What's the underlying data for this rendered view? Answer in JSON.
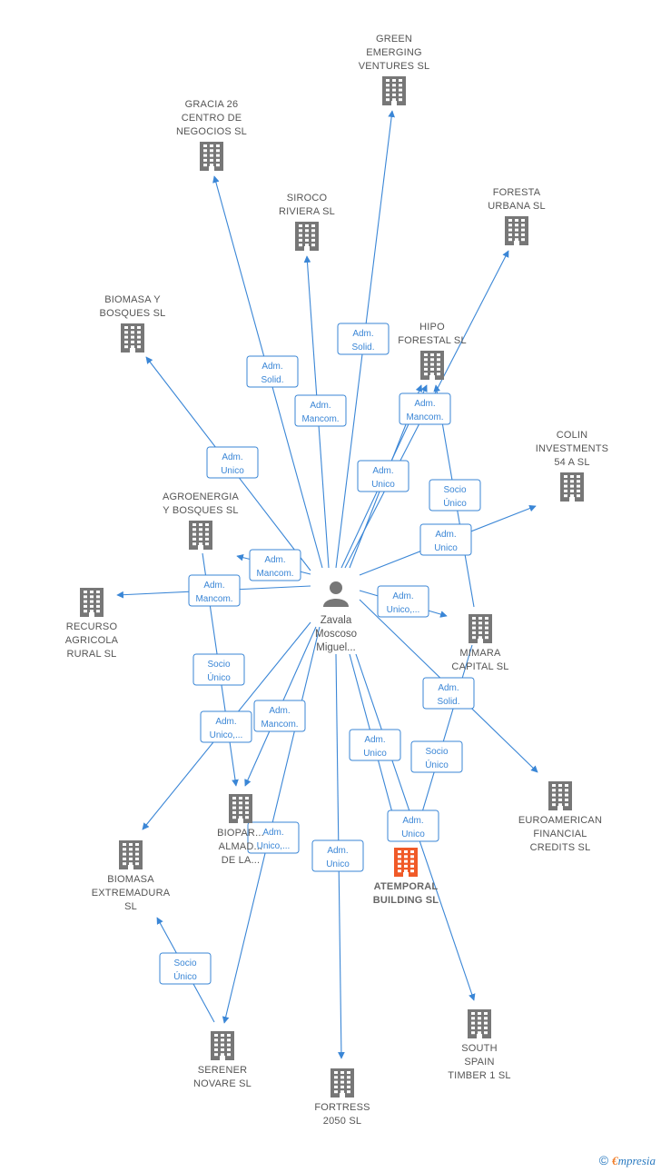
{
  "colors": {
    "edge": "#3a86d6",
    "company": "#777777",
    "focus_company": "#f05a28",
    "person": "#777777"
  },
  "person": {
    "name_lines": [
      "Zavala",
      "Moscoso",
      "Miguel..."
    ],
    "icon": "person-icon"
  },
  "companies": [
    {
      "id": "green",
      "lines": [
        "GREEN",
        "EMERGING",
        "VENTURES SL"
      ]
    },
    {
      "id": "gracia",
      "lines": [
        "GRACIA 26",
        "CENTRO DE",
        "NEGOCIOS  SL"
      ]
    },
    {
      "id": "siroco",
      "lines": [
        "SIROCO",
        "RIVIERA  SL"
      ]
    },
    {
      "id": "foresta",
      "lines": [
        "FORESTA",
        "URBANA  SL"
      ]
    },
    {
      "id": "biomasa_bosques",
      "lines": [
        "BIOMASA Y",
        "BOSQUES SL"
      ]
    },
    {
      "id": "hipo",
      "lines": [
        "HIPO",
        "FORESTAL  SL"
      ]
    },
    {
      "id": "colin",
      "lines": [
        "COLIN",
        "INVESTMENTS",
        "54 A  SL"
      ]
    },
    {
      "id": "agroenergia",
      "lines": [
        "AGROENERGIA",
        "Y BOSQUES SL"
      ]
    },
    {
      "id": "recurso",
      "lines": [
        "RECURSO",
        "AGRICOLA",
        "RURAL SL"
      ]
    },
    {
      "id": "mimara",
      "lines": [
        "MIMARA",
        "CAPITAL  SL"
      ]
    },
    {
      "id": "euroamerican",
      "lines": [
        "EUROAMERICAN",
        "FINANCIAL",
        "CREDITS SL"
      ]
    },
    {
      "id": "biopark",
      "lines": [
        "BIOPAR...",
        "ALMAD...",
        "DE LA..."
      ]
    },
    {
      "id": "biomasa_ext",
      "lines": [
        "BIOMASA",
        "EXTREMADURA",
        "SL"
      ]
    },
    {
      "id": "atemporal",
      "lines": [
        "ATEMPORAL",
        "BUILDING  SL"
      ],
      "focus": true
    },
    {
      "id": "south",
      "lines": [
        "SOUTH",
        "SPAIN",
        "TIMBER 1  SL"
      ]
    },
    {
      "id": "serener",
      "lines": [
        "SERENER",
        "NOVARE  SL"
      ]
    },
    {
      "id": "fortress",
      "lines": [
        "FORTRESS",
        "2050  SL"
      ]
    }
  ],
  "edge_labels": [
    [
      "Adm.",
      "Solid."
    ],
    [
      "Adm.",
      "Solid."
    ],
    [
      "Adm.",
      "Mancom."
    ],
    [
      "Adm.",
      "Mancom."
    ],
    [
      "Adm.",
      "Unico"
    ],
    [
      "Socio",
      "Único"
    ],
    [
      "Adm.",
      "Unico"
    ],
    [
      "Adm.",
      "Unico"
    ],
    [
      "Adm.",
      "Mancom."
    ],
    [
      "Adm.",
      "Mancom."
    ],
    [
      "Adm.",
      "Unico,..."
    ],
    [
      "Socio",
      "Único"
    ],
    [
      "Adm.",
      "Unico,..."
    ],
    [
      "Adm.",
      "Mancom."
    ],
    [
      "Adm.",
      "Solid."
    ],
    [
      "Adm.",
      "Unico,..."
    ],
    [
      "Socio",
      "Único"
    ],
    [
      "Adm.",
      "Unico"
    ],
    [
      "Adm.",
      "Unico"
    ],
    [
      "Adm.",
      "Unico"
    ],
    [
      "Socio",
      "Único"
    ]
  ],
  "brand": {
    "copyright": "©",
    "name_first": "€",
    "name_rest": "mpresia"
  }
}
